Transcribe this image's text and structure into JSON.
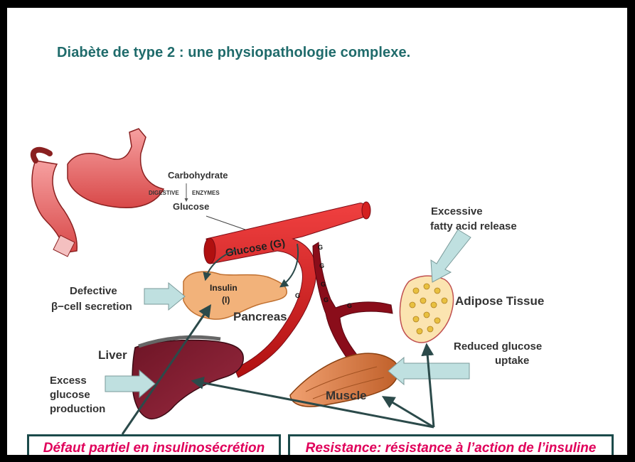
{
  "title": "Diabète de type 2 : une physiopathologie complexe.",
  "labels": {
    "carbohydrate": "Carbohydrate",
    "digestive": "DIGESTIVE",
    "enzymes": "ENZYMES",
    "glucose": "Glucose",
    "glucose_g": "Glucose (G)",
    "insulin": "Insulin",
    "insulin_i": "(I)",
    "pancreas": "Pancreas",
    "liver": "Liver",
    "muscle": "Muscle",
    "adipose": "Adipose Tissue",
    "defective_1": "Defective",
    "defective_2": "β−cell secretion",
    "excess_1": "Excess",
    "excess_2": "glucose",
    "excess_3": "production",
    "fatty_1": "Excessive",
    "fatty_2": "fatty acid release",
    "reduced_1": "Reduced glucose",
    "reduced_2": "uptake",
    "g": "G"
  },
  "boxes": {
    "left": "Défaut partiel en insulinosécrétion",
    "right": "Resistance: résistance à l’action de l’insuline"
  },
  "colors": {
    "title": "#1f6b6b",
    "box_text": "#e0005a",
    "box_border": "#1b4a4a",
    "arrow": "#2b4a4a",
    "callout": "#bfe0e0",
    "vessel": "#d42020",
    "vessel_dark": "#7a0a14"
  }
}
